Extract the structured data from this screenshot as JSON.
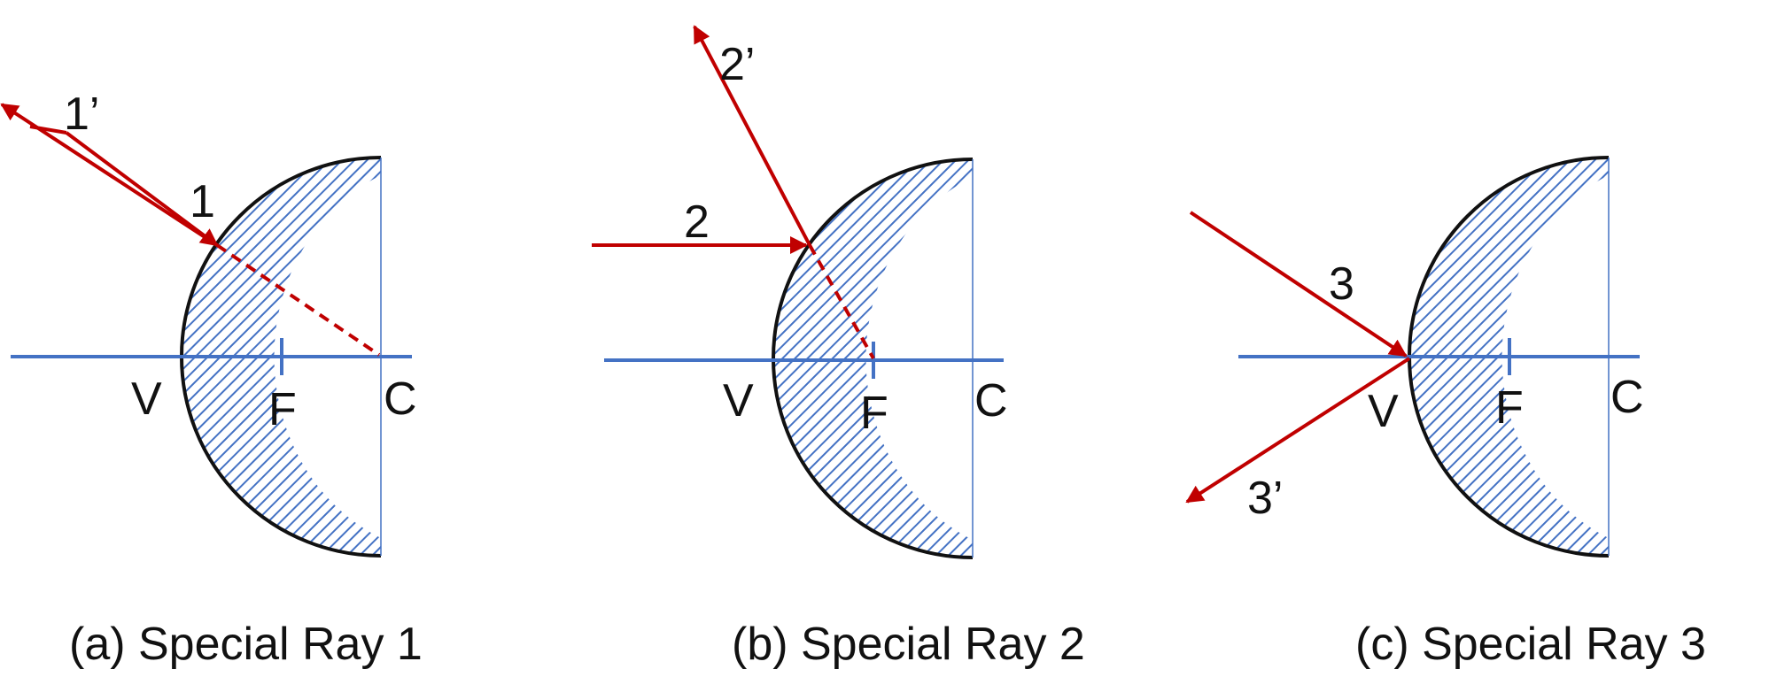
{
  "colors": {
    "ray": "#c00000",
    "axis": "#4472c4",
    "hatch": "#4472c4",
    "mirror": "#111111",
    "text": "#111111"
  },
  "panels": [
    {
      "caption": "(a) Special Ray 1",
      "points": {
        "vertex": "V",
        "focus": "F",
        "center": "C"
      },
      "incident_label": "1",
      "reflected_label": "1’"
    },
    {
      "caption": "(b) Special Ray 2",
      "points": {
        "vertex": "V",
        "focus": "F",
        "center": "C"
      },
      "incident_label": "2",
      "reflected_label": "2’"
    },
    {
      "caption": "(c) Special Ray 3",
      "points": {
        "vertex": "V",
        "focus": "F",
        "center": "C"
      },
      "incident_label": "3",
      "reflected_label": "3’"
    }
  ]
}
